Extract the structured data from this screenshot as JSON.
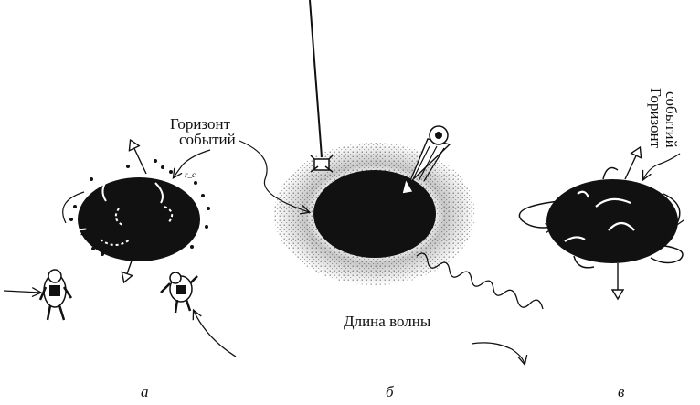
{
  "labels": {
    "horizon_a": [
      "Горизонт",
      "событий"
    ],
    "horizon_c": [
      "Горизонт",
      "событий"
    ],
    "wavelength": "Длина волны",
    "small_rc": "r_c"
  },
  "panels": [
    "а",
    "б",
    "в"
  ]
}
